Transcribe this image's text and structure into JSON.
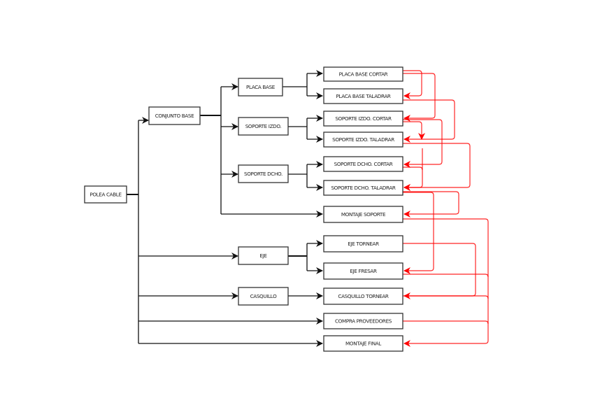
{
  "title": "",
  "colors": {
    "box_border": "#333333",
    "tree_line": "#111111",
    "dependency_line": "#ff0000"
  },
  "nodes": {
    "polea_cable": "POLEA CABLE",
    "conjunto_base": "CONJUNTO BASE",
    "placa_base": "PLACA BASE",
    "soporte_izdo": "SOPORTE IZDO.",
    "soporte_dcho": "SOPORTE DCHO.",
    "eje": "EJE",
    "casquillo": "CASQUILLO",
    "placa_base_cortar": "PLACA BASE CORTAR",
    "placa_base_taladrar": "PLACA BASE TALADRAR",
    "soporte_izdo_cortar": "SOPORTE IZDO. CORTAR",
    "soporte_izdo_taladrar": "SOPORTE IZDO. TALADRAR",
    "soporte_dcho_cortar": "SOPORTE DCHO. CORTAR",
    "soporte_dcho_taladrar": "SOPORTE DCHO. TALADRAR",
    "montaje_soporte": "MONTAJE SOPORTE",
    "eje_tornear": "EJE TORNEAR",
    "eje_fresar": "EJE FRESAR",
    "casquillo_tornear": "CASQUILLO TORNEAR",
    "compra_proveedores": "COMPRA PROVEEDORES",
    "montaje_final": "MONTAJE FINAL"
  },
  "hierarchy": [
    {
      "parent": "polea_cable",
      "child": "conjunto_base"
    },
    {
      "parent": "polea_cable",
      "child": "eje"
    },
    {
      "parent": "polea_cable",
      "child": "casquillo"
    },
    {
      "parent": "polea_cable",
      "child": "compra_proveedores"
    },
    {
      "parent": "polea_cable",
      "child": "montaje_final"
    },
    {
      "parent": "conjunto_base",
      "child": "placa_base"
    },
    {
      "parent": "conjunto_base",
      "child": "soporte_izdo"
    },
    {
      "parent": "conjunto_base",
      "child": "soporte_dcho"
    },
    {
      "parent": "conjunto_base",
      "child": "montaje_soporte"
    },
    {
      "parent": "placa_base",
      "child": "placa_base_cortar"
    },
    {
      "parent": "placa_base",
      "child": "placa_base_taladrar"
    },
    {
      "parent": "soporte_izdo",
      "child": "soporte_izdo_cortar"
    },
    {
      "parent": "soporte_izdo",
      "child": "soporte_izdo_taladrar"
    },
    {
      "parent": "soporte_dcho",
      "child": "soporte_dcho_cortar"
    },
    {
      "parent": "soporte_dcho",
      "child": "soporte_dcho_taladrar"
    },
    {
      "parent": "eje",
      "child": "eje_tornear"
    },
    {
      "parent": "eje",
      "child": "eje_fresar"
    },
    {
      "parent": "casquillo",
      "child": "casquillo_tornear"
    }
  ],
  "dependencies": [
    {
      "from": "placa_base_cortar",
      "to": "placa_base_taladrar"
    },
    {
      "from": "placa_base_cortar",
      "to": "soporte_izdo_cortar"
    },
    {
      "from": "placa_base_taladrar",
      "to": "soporte_izdo_taladrar"
    },
    {
      "from": "soporte_izdo_cortar",
      "to": "soporte_izdo_taladrar"
    },
    {
      "from": "soporte_izdo_cortar",
      "to": "soporte_dcho_cortar"
    },
    {
      "from": "soporte_izdo_taladrar",
      "to": "soporte_dcho_taladrar"
    },
    {
      "from": "soporte_dcho_cortar",
      "to": "soporte_dcho_taladrar"
    },
    {
      "from": "soporte_dcho_taladrar",
      "to": "montaje_soporte"
    },
    {
      "from": "soporte_dcho_taladrar",
      "to": "eje_fresar"
    },
    {
      "from": "montaje_soporte",
      "to": "montaje_final"
    },
    {
      "from": "eje_tornear",
      "to": "casquillo_tornear"
    },
    {
      "from": "eje_fresar",
      "to": "montaje_final"
    },
    {
      "from": "casquillo_tornear",
      "to": "montaje_final"
    },
    {
      "from": "compra_proveedores",
      "to": "montaje_final"
    }
  ]
}
